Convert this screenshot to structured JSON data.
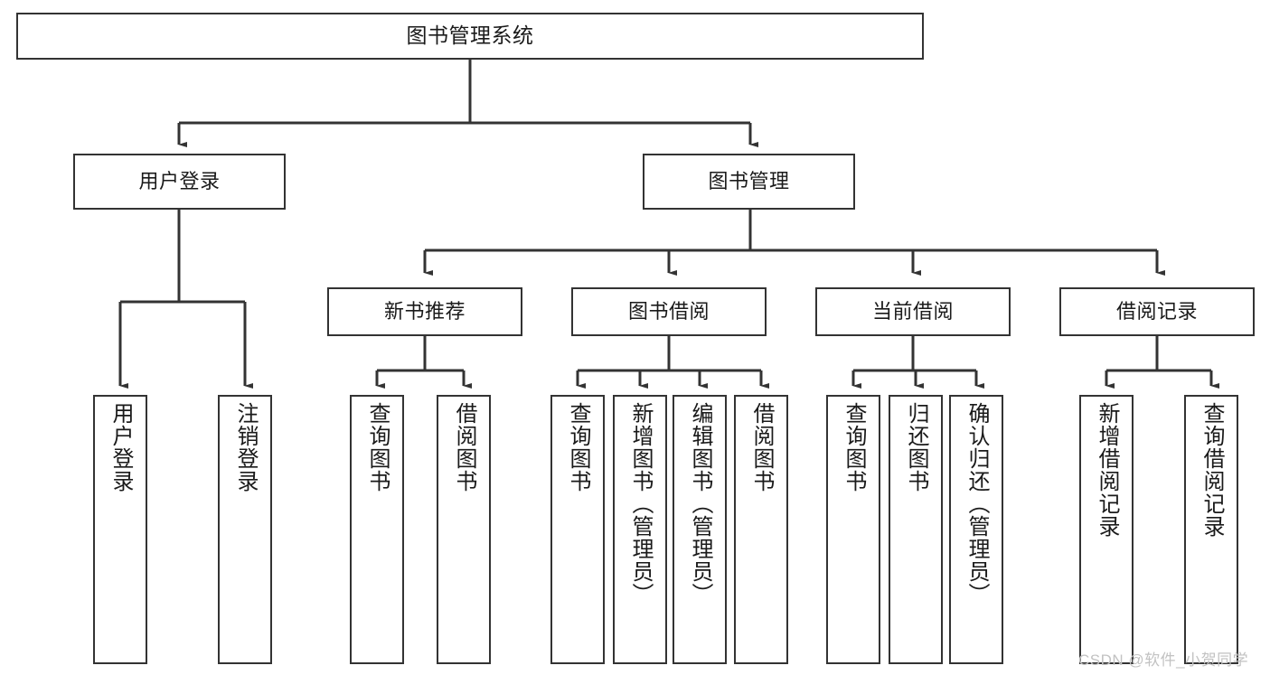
{
  "diagram": {
    "type": "tree-hierarchy-diagram",
    "title": "图书管理系统",
    "background_color": "#ffffff",
    "line_color": "#333333",
    "text_color": "#1a1a1a",
    "nodes": {
      "root": {
        "label": "图书管理系统"
      },
      "level2": [
        {
          "label": "用户登录"
        },
        {
          "label": "图书管理"
        }
      ],
      "level3": [
        {
          "label": "新书推荐"
        },
        {
          "label": "图书借阅"
        },
        {
          "label": "当前借阅"
        },
        {
          "label": "借阅记录"
        }
      ],
      "leaves_user_login": [
        {
          "label": "用户登录"
        },
        {
          "label": "注销登录"
        }
      ],
      "leaves_new_book": [
        {
          "label": "查询图书"
        },
        {
          "label": "借阅图书"
        }
      ],
      "leaves_borrow": [
        {
          "label": "查询图书"
        },
        {
          "label": "新增图书（管理员）"
        },
        {
          "label": "编辑图书（管理员）"
        },
        {
          "label": "借阅图书"
        }
      ],
      "leaves_current": [
        {
          "label": "查询图书"
        },
        {
          "label": "归还图书"
        },
        {
          "label": "确认归还（管理员）"
        }
      ],
      "leaves_records": [
        {
          "label": "新增借阅记录"
        },
        {
          "label": "查询借阅记录"
        }
      ]
    },
    "watermark": {
      "text": "CSDN @软件_小贺同学",
      "color": "#c2c2c2"
    }
  }
}
